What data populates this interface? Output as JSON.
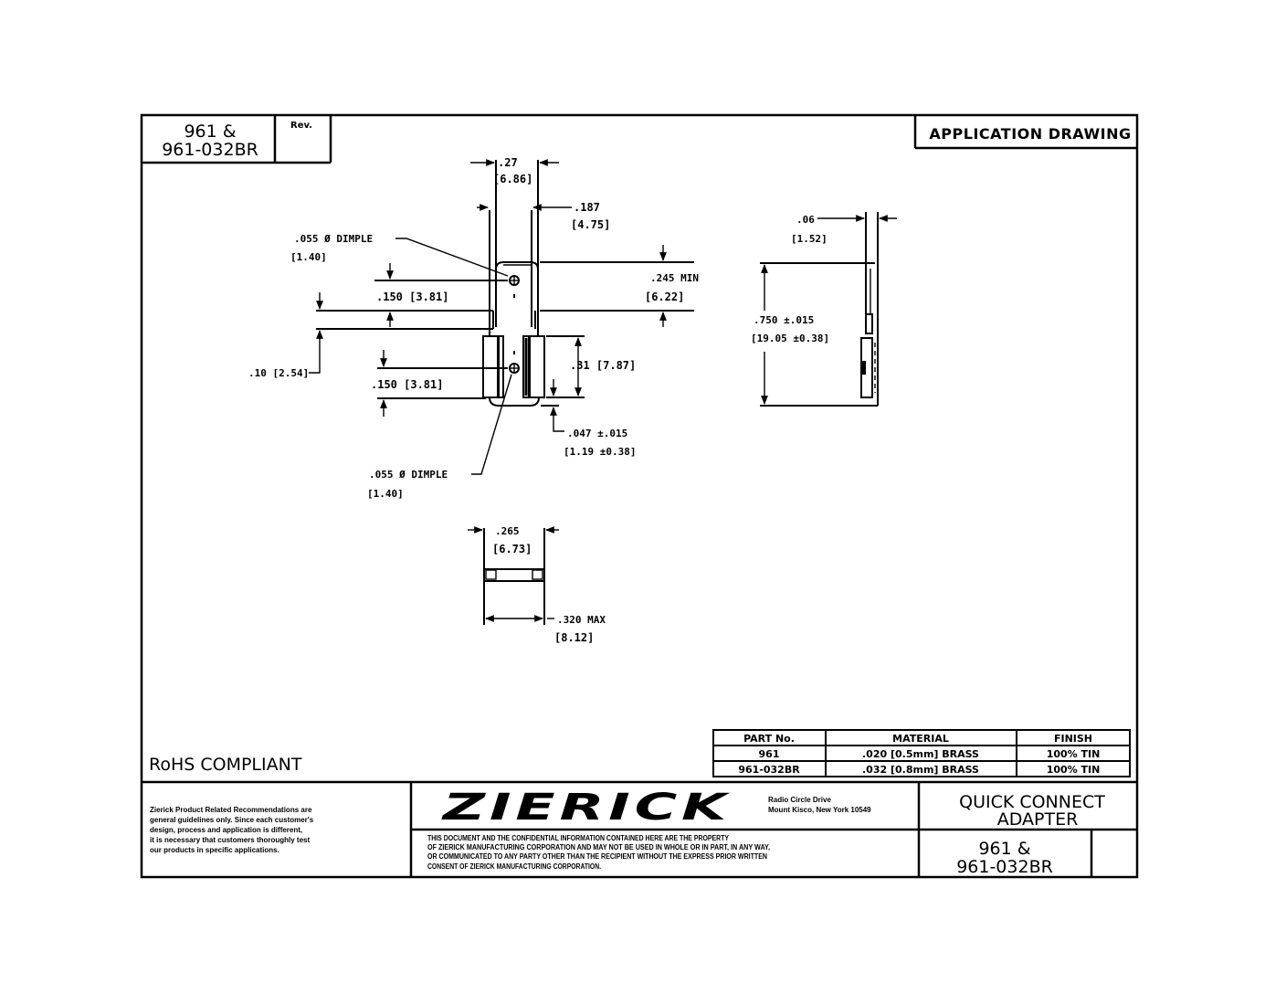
{
  "header": {
    "part_numbers_line1": "961 &",
    "part_numbers_line2": "961-032BR",
    "rev_label": "Rev.",
    "drawing_type": "APPLICATION DRAWING"
  },
  "front_view": {
    "width_top": ".27",
    "width_top_mm": "[6.86]",
    "tab_width": ".187",
    "tab_width_mm": "[4.75]",
    "dimple_top": ".055  Ø  DIMPLE",
    "dimple_top_mm": "[1.40]",
    "dimple_top_offset": ".150 [3.81]",
    "tab_length": ".245 MIN",
    "tab_length_mm": "[6.22]",
    "gap": ".10 [2.54]",
    "dimple_bottom_offset": ".150 [3.81]",
    "receptacle_length": ".31  [7.87]",
    "bend_offset": ".047 ±.015",
    "bend_offset_mm": "[1.19 ±0.38]",
    "dimple_bottom": ".055  Ø  DIMPLE",
    "dimple_bottom_mm": "[1.40]"
  },
  "side_view": {
    "thickness": ".06",
    "thickness_mm": "[1.52]",
    "overall_length": ".750 ±.015",
    "overall_length_mm": "[19.05 ±0.38]"
  },
  "end_view": {
    "inner_width": ".265",
    "inner_width_mm": "[6.73]",
    "outer_width": ".320  MAX",
    "outer_width_mm": "[8.12]"
  },
  "parts_table": {
    "headers": [
      "PART No.",
      "MATERIAL",
      "FINISH"
    ],
    "rows": [
      {
        "part": "961",
        "material": ".020 [0.5mm] BRASS",
        "finish": "100% TIN"
      },
      {
        "part": "961-032BR",
        "material": ".032 [0.8mm] BRASS",
        "finish": "100% TIN"
      }
    ]
  },
  "compliance": "RoHS COMPLIANT",
  "title_block": {
    "disclaimer_lines": [
      "Zierick Product Related Recommendations are",
      "general guidelines only. Since each customer's",
      "design, process and application is different,",
      "it is necessary that customers thoroughly test",
      "our products in specific applications."
    ],
    "company_logo": "ZIERICK",
    "address_line1": "Radio Circle Drive",
    "address_line2": "Mount Kisco, New York 10549",
    "confidential_lines": [
      "THIS DOCUMENT AND THE CONFIDENTIAL INFORMATION CONTAINED HERE ARE THE PROPERTY",
      "OF ZIERICK MANUFACTURING CORPORATION AND MAY NOT BE USED IN WHOLE OR IN PART, IN ANY WAY,",
      "OR COMMUNICATED TO ANY PARTY OTHER THAN THE RECIPIENT WITHOUT THE EXPRESS PRIOR WRITTEN",
      "CONSENT OF ZIERICK MANUFACTURING CORPORATION."
    ],
    "title_line1": "QUICK CONNECT",
    "title_line2": "ADAPTER",
    "part_line1": "961 &",
    "part_line2": "961-032BR"
  }
}
